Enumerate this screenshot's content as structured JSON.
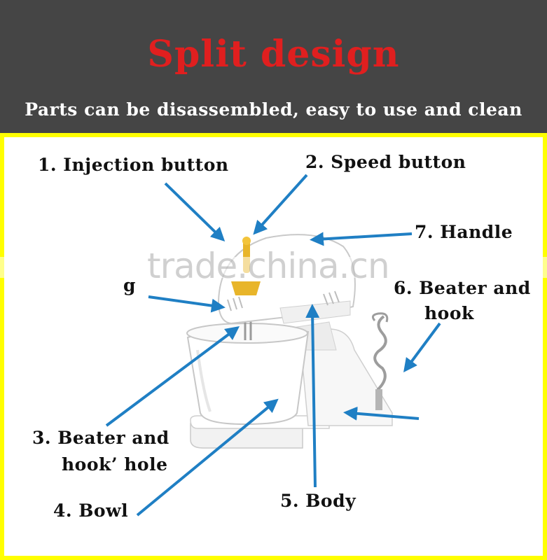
{
  "header": {
    "title": "Split design",
    "subtitle": "Parts can be disassembled, easy to use and clean"
  },
  "labels": {
    "injection_button": "1. Injection button",
    "speed_button": "2. Speed  button",
    "handle": "7. Handle",
    "beater_hook_right_line1": "6. Beater and",
    "beater_hook_right_line2": "hook",
    "fragment": "g",
    "beater_hook_hole_line1": "3. Beater and",
    "beater_hook_hole_line2": "hook’ hole",
    "bowl": "4. Bowl",
    "body": "5. Body"
  },
  "watermark": {
    "text": "trade.china.cn"
  },
  "colors": {
    "header_bg": "#454545",
    "title": "#e01f1f",
    "panel_border": "#ffff00",
    "arrow": "#1f7fc4",
    "knob": "#e8b52a"
  }
}
